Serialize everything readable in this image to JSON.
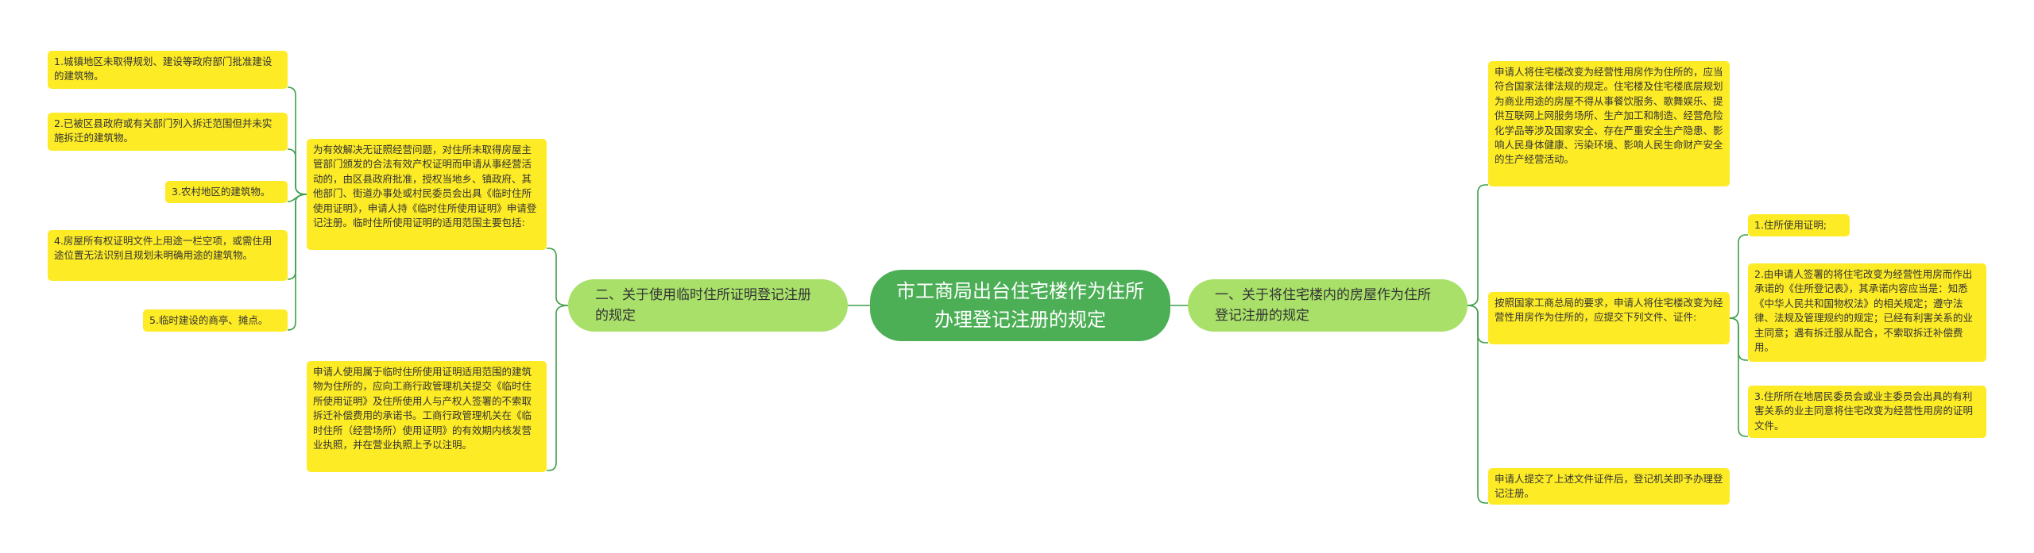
{
  "colors": {
    "root_bg": "#4caf56",
    "branch_bg": "#a8e06a",
    "leaf_bg": "#fdeb26",
    "line": "#3e9e4a"
  },
  "mindmap": {
    "root": "市工商局出台住宅楼作为住所办理登记注册的规定",
    "left_branch": {
      "label": "二、关于使用临时住所证明登记注册的规定",
      "intro": "为有效解决无证照经营问题，对住所未取得房屋主管部门颁发的合法有效产权证明而申请从事经营活动的，由区县政府批准，授权当地乡、镇政府、其他部门、街道办事处或村民委员会出具《临时住所使用证明》，申请人持《临时住所使用证明》申请登记注册。临时住所使用证明的适用范围主要包括:",
      "items": [
        "1.城镇地区未取得规划、建设等政府部门批准建设的建筑物。",
        "2.已被区县政府或有关部门列入拆迁范围但并未实施拆迁的建筑物。",
        "3.农村地区的建筑物。",
        "4.房屋所有权证明文件上用途一栏空项，或需住用途位置无法识别且规划未明确用途的建筑物。",
        "5.临时建设的商亭、摊点。"
      ],
      "note": "申请人使用属于临时住所使用证明适用范围的建筑物为住所的，应向工商行政管理机关提交《临时住所使用证明》及住所使用人与产权人签署的不索取拆迁补偿费用的承诺书。工商行政管理机关在《临时住所（经营场所）使用证明》的有效期内核发营业执照，并在营业执照上予以注明。"
    },
    "right_branch": {
      "label": "一、关于将住宅楼内的房屋作为住所登记注册的规定",
      "intro": "申请人将住宅楼改变为经营性用房作为住所的，应当符合国家法律法规的规定。住宅楼及住宅楼底层规划为商业用途的房屋不得从事餐饮服务、歌舞娱乐、提供互联网上网服务场所、生产加工和制造、经营危险化学品等涉及国家安全、存在严重安全生产隐患、影响人民身体健康、污染环境、影响人民生命财产安全的生产经营活动。",
      "requirement": "按照国家工商总局的要求，申请人将住宅楼改变为经营性用房作为住所的，应提交下列文件、证件:",
      "docs": [
        "1.住所使用证明;",
        "2.由申请人签署的将住宅改变为经营性用房而作出承诺的《住所登记表》，其承诺内容应当是：知悉《中华人民共和国物权法》的相关规定；遵守法律、法规及管理规约的规定；已经有利害关系的业主同意；遇有拆迁服从配合，不索取拆迁补偿费用。",
        "3.住所所在地居民委员会或业主委员会出具的有利害关系的业主同意将住宅改变为经营性用房的证明文件。"
      ],
      "final": "申请人提交了上述文件证件后，登记机关即予办理登记注册。"
    }
  }
}
